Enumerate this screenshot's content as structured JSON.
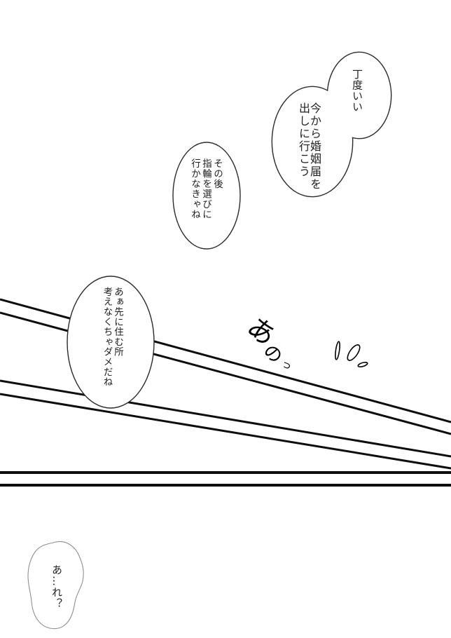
{
  "colors": {
    "background": "#ffffff",
    "ink": "#0d0d0d",
    "bubble_outline": "#2b2b2b",
    "text": "#222222",
    "soft_outline": "#8f8f8f"
  },
  "bubbles": [
    {
      "name": "just-right",
      "lines": [
        "丁度いい"
      ]
    },
    {
      "name": "marriage-registration",
      "lines": [
        "今から婚姻届を",
        "出しに行こう"
      ]
    },
    {
      "name": "choose-rings",
      "lines": [
        "その後",
        "指輪を選びに",
        "行かなきゃね"
      ]
    },
    {
      "name": "place-to-live",
      "lines": [
        "あぁ先に住む所",
        "考えなくちゃダメだね"
      ]
    },
    {
      "name": "huh",
      "lines": [
        "あ…れ？"
      ]
    }
  ],
  "handwriting": {
    "chars": [
      "あ",
      "の",
      "っ"
    ]
  }
}
